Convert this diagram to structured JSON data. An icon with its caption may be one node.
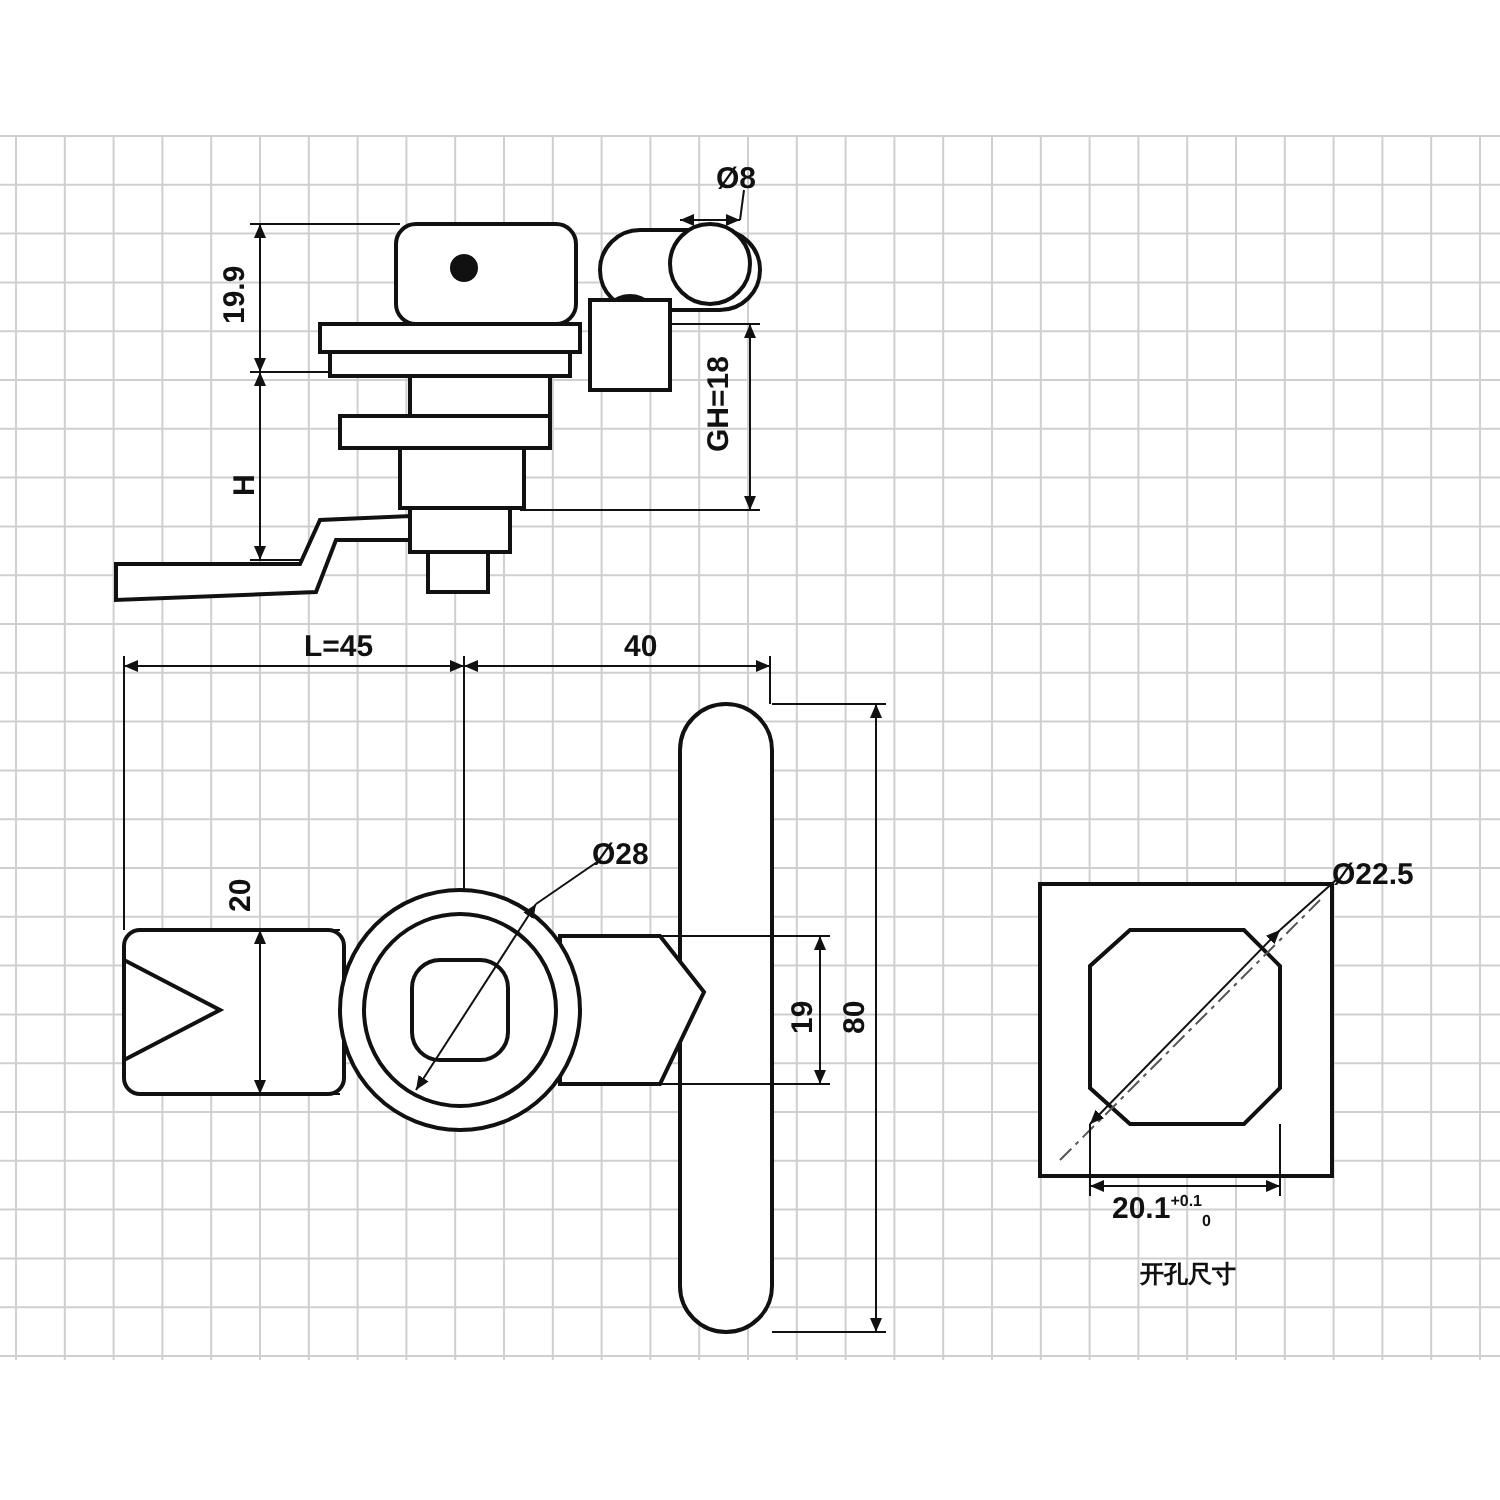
{
  "diagram": {
    "labels": [
      "Ø8",
      "19.9",
      "GH=18",
      "H",
      "L=45",
      "40",
      "Ø28",
      "20",
      "19",
      "80",
      "Ø22.5",
      "20.1$^{+0.1}$$_{0}$",
      "开孔尺寸"
    ]
  }
}
